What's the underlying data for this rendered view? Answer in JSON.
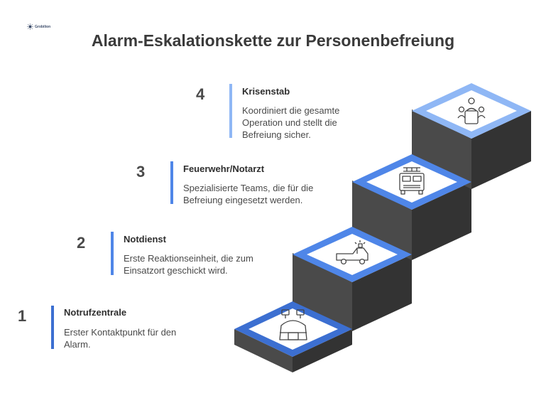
{
  "logo": {
    "text": "Grobilion",
    "icon": "sun-logo-icon"
  },
  "title": "Alarm-Eskalationskette zur Personenbefreiung",
  "colors": {
    "dark_blue": "#3c6fd1",
    "mid_blue": "#4f86e8",
    "light_blue": "#8fb7f5",
    "stair_side": "#3b3b3b",
    "stair_front": "#4a4a4a"
  },
  "steps": [
    {
      "number": "1",
      "heading": "Notrufzentrale",
      "description": "Erster Kontaktpunkt für den Alarm.",
      "icon": "call-center-icon"
    },
    {
      "number": "2",
      "heading": "Notdienst",
      "description": "Erste Reaktionseinheit, die zum Einsatzort geschickt wird.",
      "icon": "emergency-vehicle-icon"
    },
    {
      "number": "3",
      "heading": "Feuerwehr/Notarzt",
      "description": "Spezialisierte Teams, die für die Befreiung eingesetzt werden.",
      "icon": "fire-truck-icon"
    },
    {
      "number": "4",
      "heading": "Krisenstab",
      "description": "Koordiniert die gesamte Operation und stellt die Befreiung sicher.",
      "icon": "meeting-table-icon"
    }
  ]
}
